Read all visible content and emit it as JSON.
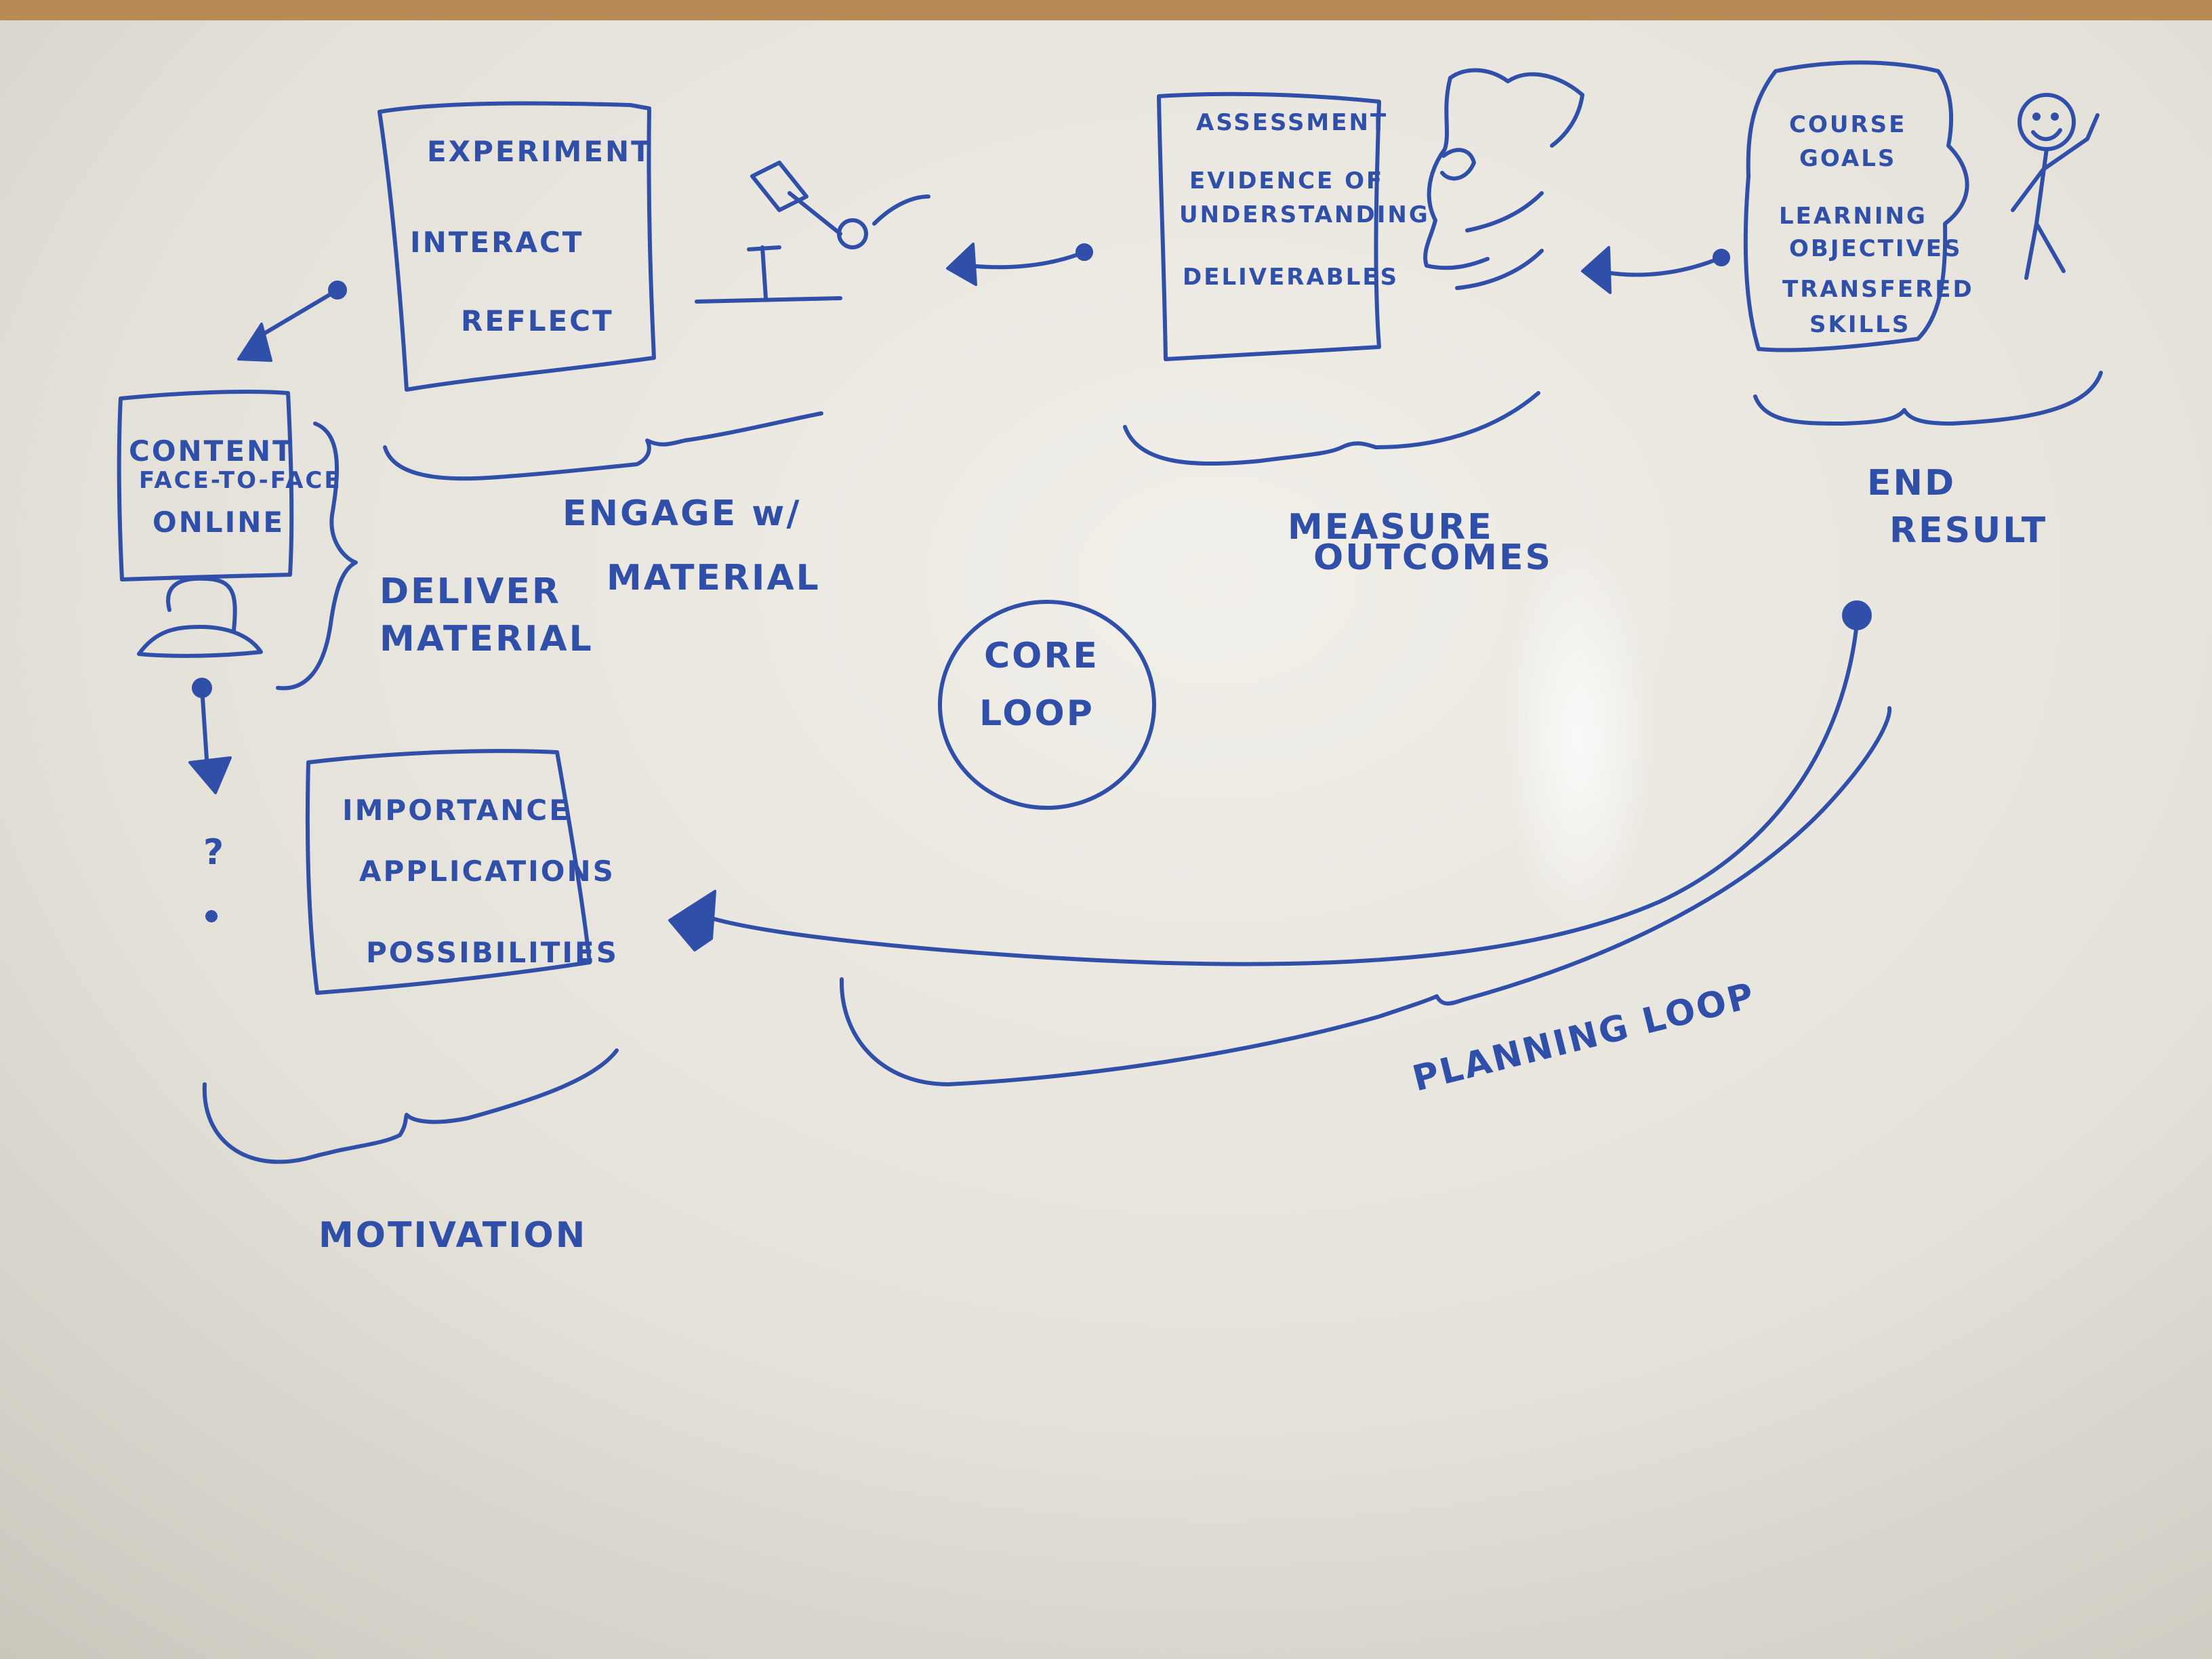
{
  "colors": {
    "ink": "#2f4fa8",
    "board": "#e9e7e0",
    "frame": "#b98a55"
  },
  "boxes": {
    "engage": {
      "lines": [
        "EXPERIMENT",
        "INTERACT",
        "REFLECT"
      ]
    },
    "measure": {
      "lines": [
        "ASSESSMENT",
        "EVIDENCE OF",
        "UNDERSTANDING",
        "DELIVERABLES"
      ]
    },
    "result": {
      "lines": [
        "COURSE",
        "GOALS",
        "LEARNING",
        "OBJECTIVES",
        "TRANSFERED",
        "SKILLS"
      ]
    },
    "content": {
      "lines": [
        "CONTENT",
        "FACE-TO-FACE",
        "ONLINE"
      ]
    },
    "motivation": {
      "lines": [
        "IMPORTANCE",
        "APPLICATIONS",
        "POSSIBILITIES"
      ]
    }
  },
  "labels": {
    "engage": [
      "ENGAGE w/",
      "MATERIAL"
    ],
    "measure": [
      "MEASURE",
      "OUTCOMES"
    ],
    "result": [
      "END",
      "RESULT"
    ],
    "deliver": [
      "DELIVER",
      "MATERIAL"
    ],
    "motivation": "MOTIVATION",
    "planning": "PLANNING LOOP",
    "core": [
      "CORE",
      "LOOP"
    ],
    "question": "?"
  },
  "icons": [
    "gavel-icon",
    "face-profile-icon",
    "stick-figure-icon",
    "hat-icon"
  ]
}
